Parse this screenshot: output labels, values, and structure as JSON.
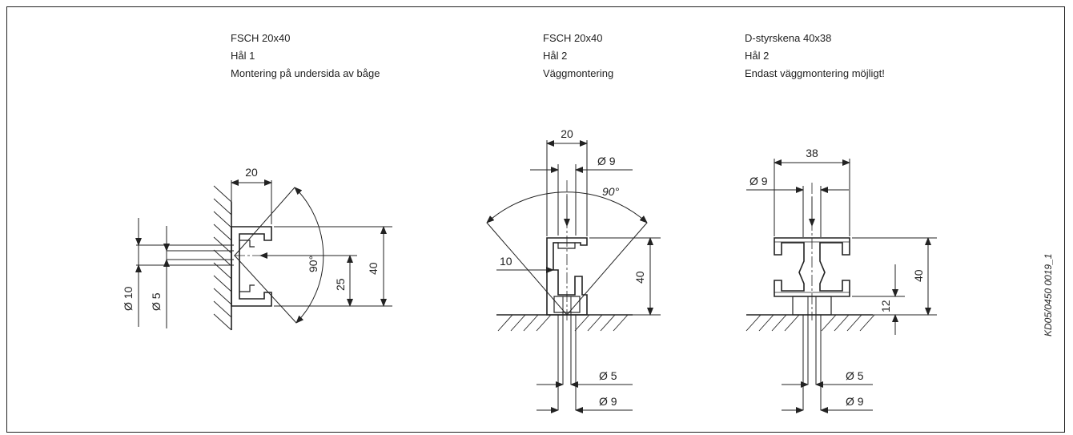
{
  "views": [
    {
      "lines": [
        "FSCH 20x40",
        "Hål 1",
        "Montering på undersida av båge"
      ],
      "dims": {
        "width": "20",
        "hole_outer": "Ø 10",
        "hole_inner": "Ø 5",
        "angle": "90°",
        "offset": "25",
        "height": "40"
      }
    },
    {
      "lines": [
        "FSCH 20x40",
        "Hål 2",
        "Väggmontering"
      ],
      "dims": {
        "width": "20",
        "hole_top": "Ø 9",
        "angle": "90°",
        "lip": "10",
        "height": "40",
        "hole_small": "Ø 5",
        "hole_large": "Ø 9"
      }
    },
    {
      "lines": [
        "D-styrskena 40x38",
        "Hål 2",
        "Endast väggmontering möjligt!"
      ],
      "dims": {
        "width": "38",
        "hole_top": "Ø 9",
        "height": "40",
        "base": "12",
        "hole_small": "Ø 5",
        "hole_large": "Ø 9"
      }
    }
  ],
  "reference": "KD05/0450 0019_1"
}
